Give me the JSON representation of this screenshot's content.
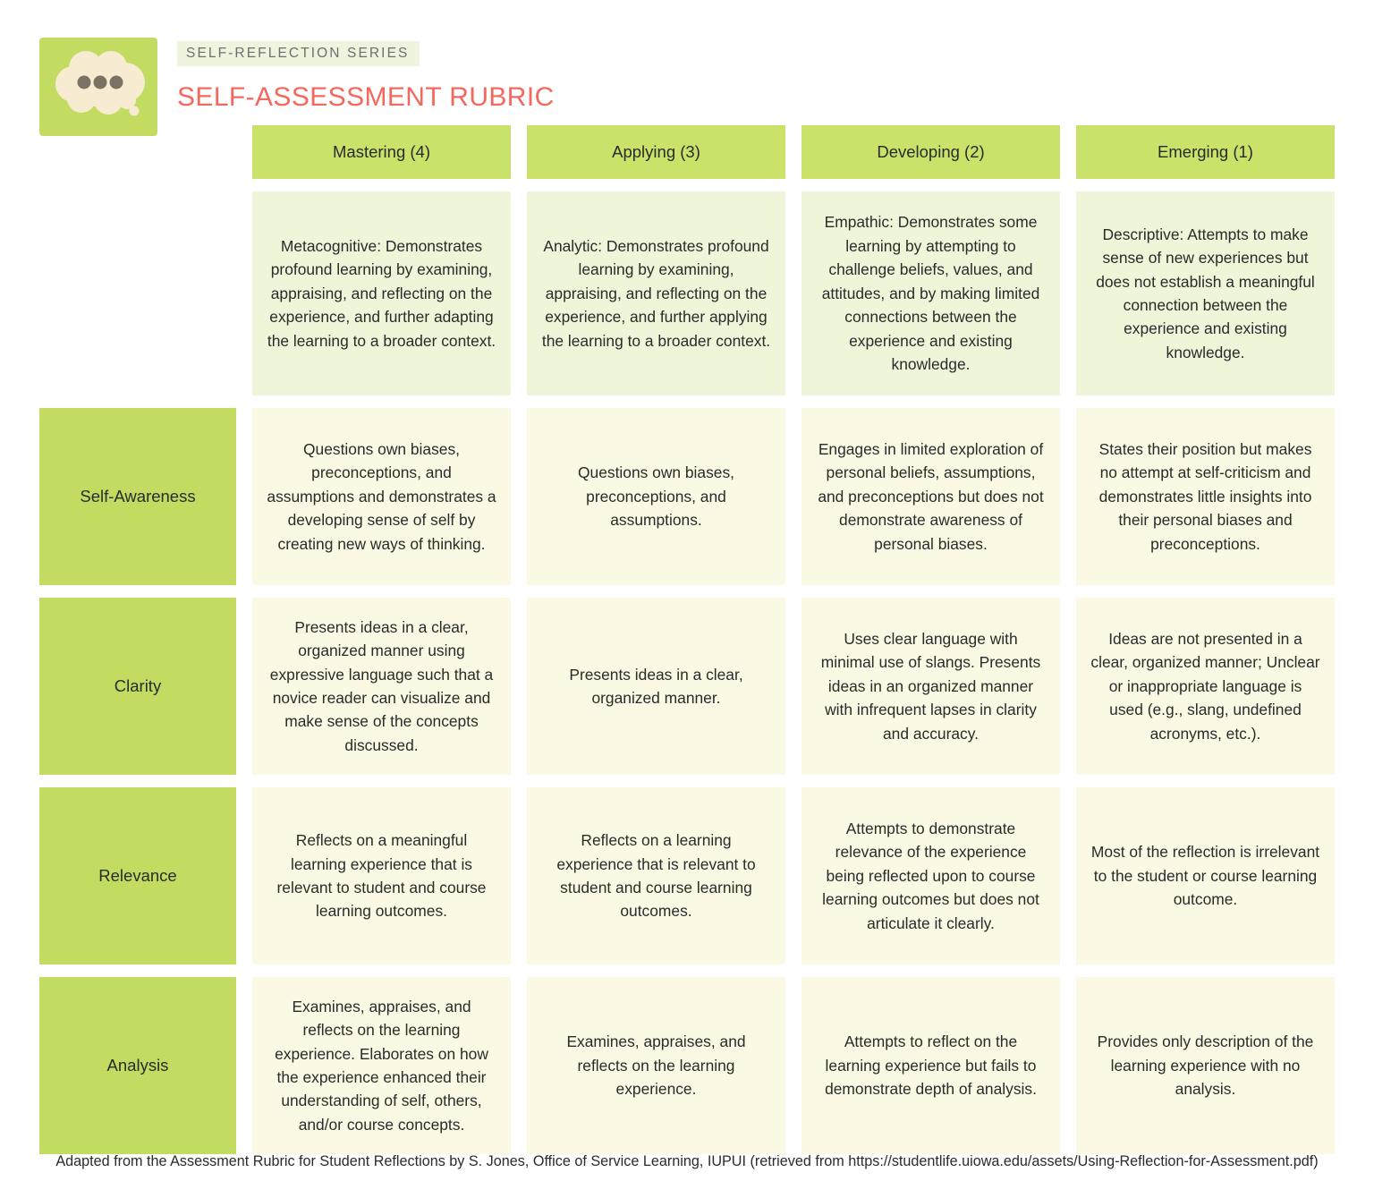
{
  "header": {
    "eyebrow": "SELF-REFLECTION SERIES",
    "title": "SELF-ASSESSMENT RUBRIC",
    "logo_icon": "thought-bubble-icon",
    "accent_color": "#f4685e",
    "brand_green": "#c2dc62",
    "header_green": "#c9e26a",
    "eyebrow_bg": "#eef4dd"
  },
  "table": {
    "corner_label": "",
    "columns": [
      {
        "label": "Mastering (4)"
      },
      {
        "label": "Applying (3)"
      },
      {
        "label": "Developing (2)"
      },
      {
        "label": "Emerging (1)"
      }
    ],
    "definition_row": {
      "label": "",
      "cells": [
        "Metacognitive: Demonstrates profound learning by examining, appraising, and reflecting on the experience, and further adapting the learning to a broader context.",
        "Analytic: Demonstrates profound learning by examining, appraising, and reflecting on the experience, and further applying the learning to a broader context.",
        "Empathic: Demonstrates some learning by attempting to challenge beliefs, values, and attitudes, and by making limited connections between the experience and existing knowledge.",
        "Descriptive: Attempts to make sense of new experiences but does not establish a meaningful connection between the experience and existing knowledge."
      ]
    },
    "rows": [
      {
        "label": "Self-Awareness",
        "cells": [
          "Questions own biases, preconceptions, and assumptions and demonstrates a developing sense of self by creating new ways of thinking.",
          "Questions own biases, preconceptions, and assumptions.",
          "Engages in limited exploration of personal beliefs, assumptions, and preconceptions but does not demonstrate awareness of personal biases.",
          "States their position but makes no attempt at self-criticism and demonstrates little insights into their personal biases and preconceptions."
        ]
      },
      {
        "label": "Clarity",
        "cells": [
          "Presents ideas in a clear, organized manner using expressive language such that a novice reader can visualize and make sense of the concepts discussed.",
          "Presents ideas in a clear, organized manner.",
          "Uses clear language with minimal use of slangs. Presents ideas in an organized manner with infrequent lapses in clarity and accuracy.",
          "Ideas are not presented in a clear, organized manner; Unclear or inappropriate language is used (e.g., slang, undefined acronyms, etc.)."
        ]
      },
      {
        "label": "Relevance",
        "cells": [
          "Reflects on a meaningful learning experience that is relevant to student and course learning outcomes.",
          "Reflects on a learning experience that is relevant to student and course learning outcomes.",
          "Attempts to demonstrate relevance of the experience being reflected upon to course learning outcomes but does not articulate it clearly.",
          "Most of the reflection is irrelevant to the student or course learning outcome."
        ]
      },
      {
        "label": "Analysis",
        "cells": [
          "Examines, appraises, and reflects on the learning experience. Elaborates on how the experience enhanced their understanding of self, others, and/or course concepts.",
          "Examines, appraises, and reflects on the learning experience.",
          "Attempts to reflect on the learning experience but fails to demonstrate depth of analysis.",
          "Provides only description of the learning experience with no analysis."
        ]
      }
    ]
  },
  "footer": {
    "attribution": "Adapted from the Assessment Rubric for Student Reflections by S. Jones, Office of Service Learning, IUPUI (retrieved from https://studentlife.uiowa.edu/assets/Using-Reflection-for-Assessment.pdf)"
  }
}
